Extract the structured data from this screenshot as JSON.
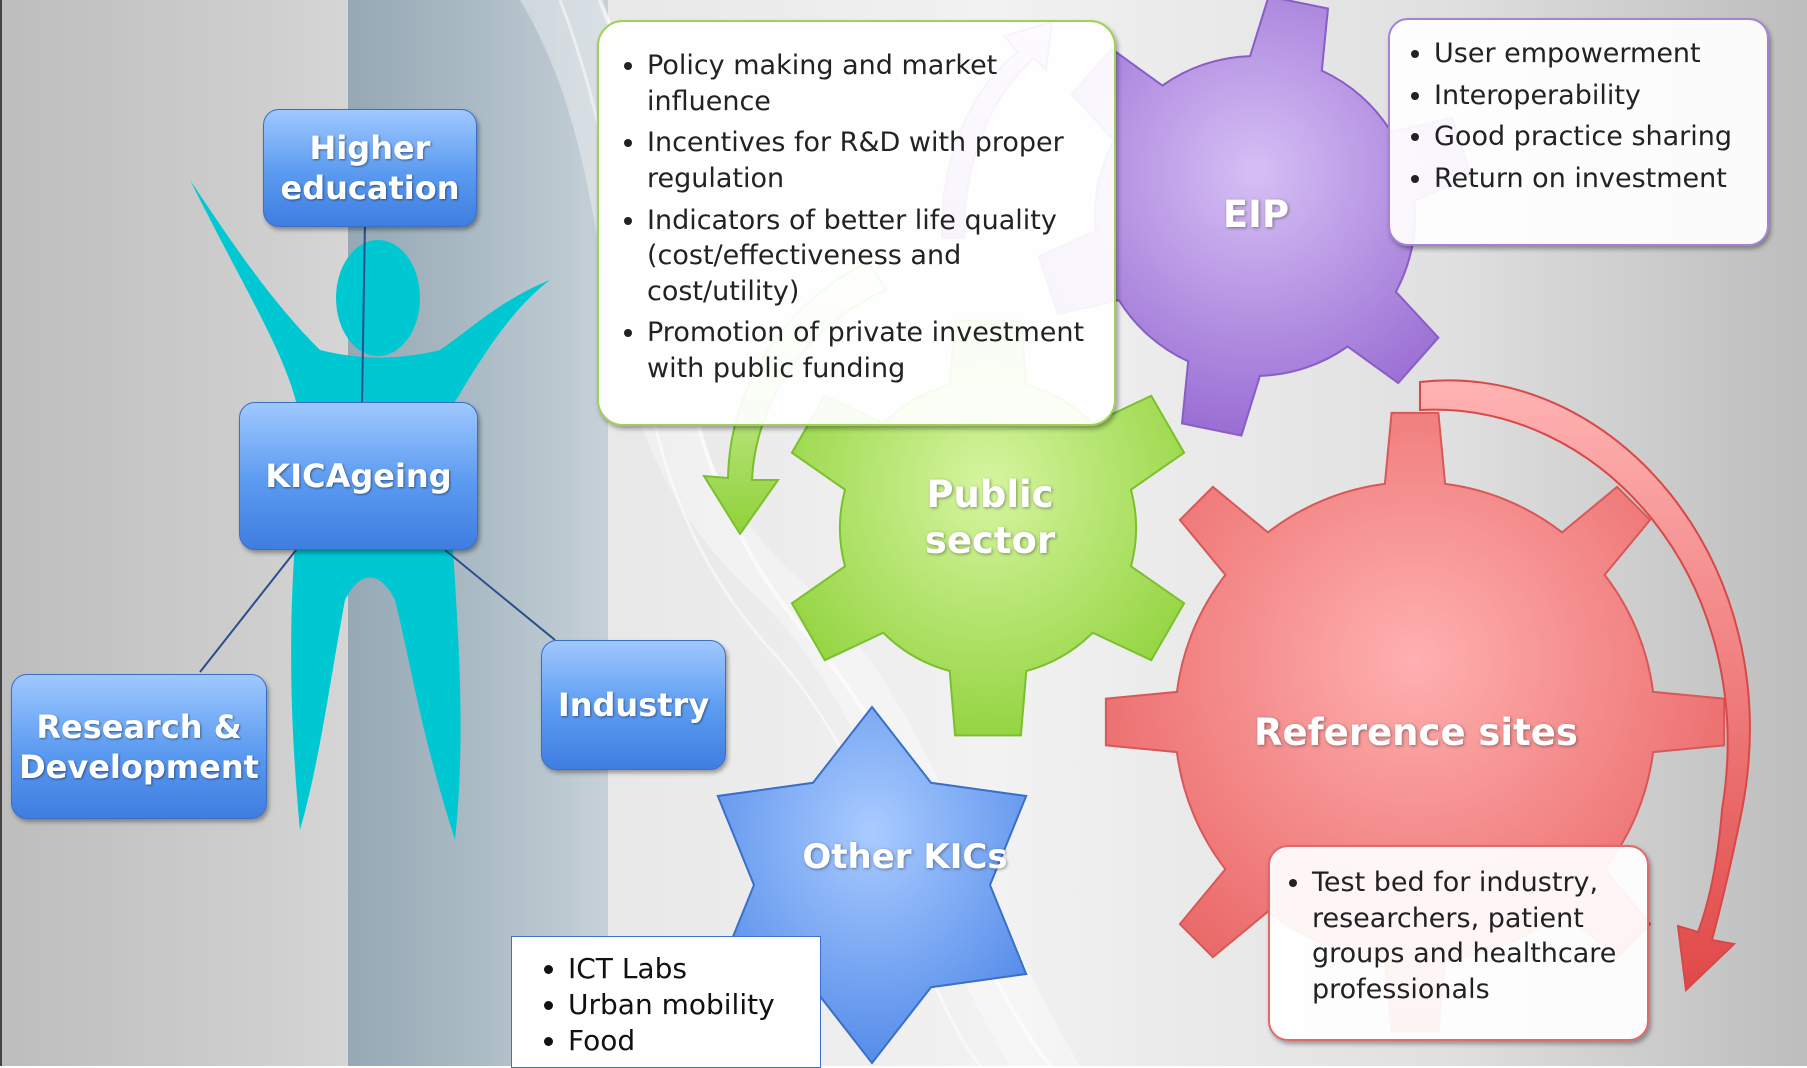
{
  "diagram": {
    "center": {
      "label": "KICAgeing"
    },
    "nodes": {
      "higher_education": {
        "line1": "Higher",
        "line2": "education"
      },
      "research": {
        "line1": "Research &",
        "line2": "Development"
      },
      "industry": {
        "label": "Industry"
      }
    },
    "gears": {
      "public_sector": {
        "line1": "Public",
        "line2": "sector",
        "color": "#a8e050"
      },
      "eip": {
        "label": "EIP",
        "color": "#b48de0"
      },
      "reference_sites": {
        "label": "Reference sites",
        "color": "#f07878"
      }
    },
    "star": {
      "label": "Other KICs",
      "color": "#5a9af0"
    },
    "callouts": {
      "public_sector": {
        "items": [
          "Policy  making and market influence",
          "Incentives for R&D with proper regulation",
          " Indicators of better life quality (cost/effectiveness and cost/utility)",
          "Promotion of private investment with public funding"
        ]
      },
      "eip": {
        "items": [
          "User empowerment",
          "Interoperability",
          "Good practice sharing",
          "Return on investment"
        ]
      },
      "reference_sites": {
        "items": [
          "Test bed for industry, researchers, patient groups and healthcare professionals"
        ]
      },
      "other_kics": {
        "items": [
          "ICT Labs",
          "Urban mobility",
          "Food"
        ]
      }
    }
  }
}
